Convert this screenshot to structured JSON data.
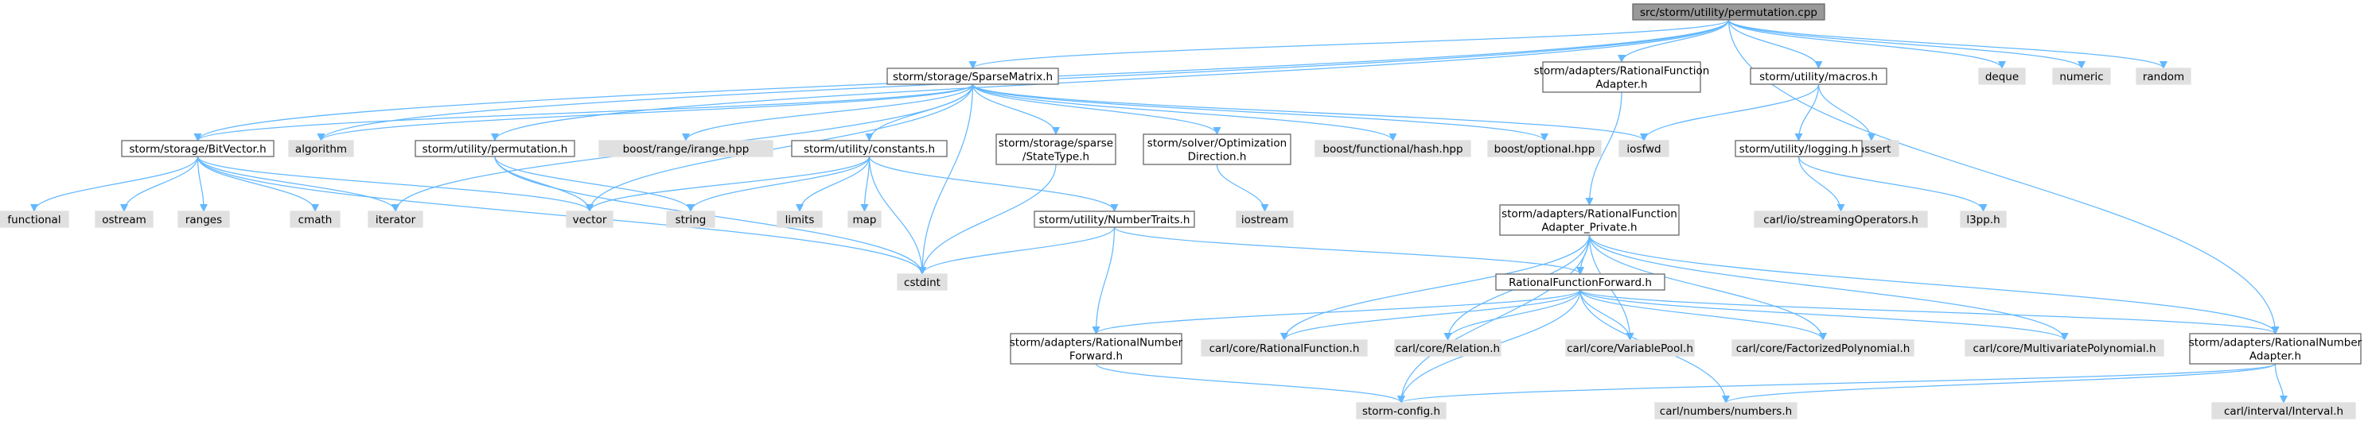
{
  "graph": {
    "title": "",
    "colors": {
      "edge": "#63b8ff",
      "root_fill": "#999999",
      "local_fill": "#ffffff",
      "system_fill": "#e0e0e0",
      "border": "#666666",
      "text": "#000000"
    },
    "nodes": [
      {
        "id": "root",
        "kind": "root",
        "lines": [
          "src/storm/utility/permutation.cpp"
        ]
      },
      {
        "id": "sparse",
        "kind": "local",
        "lines": [
          "storm/storage/SparseMatrix.h"
        ]
      },
      {
        "id": "rfadapter",
        "kind": "local",
        "lines": [
          "storm/adapters/RationalFunction",
          "Adapter.h"
        ]
      },
      {
        "id": "macros",
        "kind": "local",
        "lines": [
          "storm/utility/macros.h"
        ]
      },
      {
        "id": "deque",
        "kind": "system",
        "lines": [
          "deque"
        ]
      },
      {
        "id": "numeric",
        "kind": "system",
        "lines": [
          "numeric"
        ]
      },
      {
        "id": "random",
        "kind": "system",
        "lines": [
          "random"
        ]
      },
      {
        "id": "bitvector",
        "kind": "local",
        "lines": [
          "storm/storage/BitVector.h"
        ]
      },
      {
        "id": "algorithm",
        "kind": "system",
        "lines": [
          "algorithm"
        ]
      },
      {
        "id": "permh",
        "kind": "local",
        "lines": [
          "storm/utility/permutation.h"
        ]
      },
      {
        "id": "irange",
        "kind": "system",
        "lines": [
          "boost/range/irange.hpp"
        ]
      },
      {
        "id": "constants",
        "kind": "local",
        "lines": [
          "storm/utility/constants.h"
        ]
      },
      {
        "id": "statetype",
        "kind": "local",
        "lines": [
          "storm/storage/sparse",
          "/StateType.h"
        ]
      },
      {
        "id": "optdir",
        "kind": "local",
        "lines": [
          "storm/solver/Optimization",
          "Direction.h"
        ]
      },
      {
        "id": "hash",
        "kind": "system",
        "lines": [
          "boost/functional/hash.hpp"
        ]
      },
      {
        "id": "optional",
        "kind": "system",
        "lines": [
          "boost/optional.hpp"
        ]
      },
      {
        "id": "iosfwd",
        "kind": "system",
        "lines": [
          "iosfwd"
        ]
      },
      {
        "id": "cassert",
        "kind": "system",
        "lines": [
          "cassert"
        ]
      },
      {
        "id": "logging",
        "kind": "local",
        "lines": [
          "storm/utility/logging.h"
        ]
      },
      {
        "id": "functional",
        "kind": "system",
        "lines": [
          "functional"
        ]
      },
      {
        "id": "ostream",
        "kind": "system",
        "lines": [
          "ostream"
        ]
      },
      {
        "id": "ranges",
        "kind": "system",
        "lines": [
          "ranges"
        ]
      },
      {
        "id": "cmath",
        "kind": "system",
        "lines": [
          "cmath"
        ]
      },
      {
        "id": "iterator",
        "kind": "system",
        "lines": [
          "iterator"
        ]
      },
      {
        "id": "vector",
        "kind": "system",
        "lines": [
          "vector"
        ]
      },
      {
        "id": "string",
        "kind": "system",
        "lines": [
          "string"
        ]
      },
      {
        "id": "limits",
        "kind": "system",
        "lines": [
          "limits"
        ]
      },
      {
        "id": "map",
        "kind": "system",
        "lines": [
          "map"
        ]
      },
      {
        "id": "iostream",
        "kind": "system",
        "lines": [
          "iostream"
        ]
      },
      {
        "id": "rfprivate",
        "kind": "local",
        "lines": [
          "storm/adapters/RationalFunction",
          "Adapter_Private.h"
        ]
      },
      {
        "id": "streamops",
        "kind": "system",
        "lines": [
          "carl/io/streamingOperators.h"
        ]
      },
      {
        "id": "l3pp",
        "kind": "system",
        "lines": [
          "l3pp.h"
        ]
      },
      {
        "id": "numtraits",
        "kind": "local",
        "lines": [
          "storm/utility/NumberTraits.h"
        ]
      },
      {
        "id": "cstdint",
        "kind": "system",
        "lines": [
          "cstdint"
        ]
      },
      {
        "id": "rfforward",
        "kind": "local",
        "lines": [
          "RationalFunctionForward.h"
        ]
      },
      {
        "id": "rnforward",
        "kind": "local",
        "lines": [
          "storm/adapters/RationalNumber",
          "Forward.h"
        ]
      },
      {
        "id": "carlrf",
        "kind": "system",
        "lines": [
          "carl/core/RationalFunction.h"
        ]
      },
      {
        "id": "relation",
        "kind": "system",
        "lines": [
          "carl/core/Relation.h"
        ]
      },
      {
        "id": "varpool",
        "kind": "system",
        "lines": [
          "carl/core/VariablePool.h"
        ]
      },
      {
        "id": "factpoly",
        "kind": "system",
        "lines": [
          "carl/core/FactorizedPolynomial.h"
        ]
      },
      {
        "id": "multipoly",
        "kind": "system",
        "lines": [
          "carl/core/MultivariatePolynomial.h"
        ]
      },
      {
        "id": "rnadapter",
        "kind": "local",
        "lines": [
          "storm/adapters/RationalNumber",
          "Adapter.h"
        ]
      },
      {
        "id": "stormconfig",
        "kind": "system",
        "lines": [
          "storm-config.h"
        ]
      },
      {
        "id": "numbers",
        "kind": "system",
        "lines": [
          "carl/numbers/numbers.h"
        ]
      },
      {
        "id": "interval",
        "kind": "system",
        "lines": [
          "carl/interval/Interval.h"
        ]
      }
    ],
    "edges": [
      [
        "root",
        "sparse"
      ],
      [
        "root",
        "rfadapter"
      ],
      [
        "root",
        "macros"
      ],
      [
        "root",
        "deque"
      ],
      [
        "root",
        "numeric"
      ],
      [
        "root",
        "random"
      ],
      [
        "root",
        "bitvector"
      ],
      [
        "root",
        "algorithm"
      ],
      [
        "root",
        "permh"
      ],
      [
        "root",
        "rnadapter"
      ],
      [
        "sparse",
        "bitvector"
      ],
      [
        "sparse",
        "algorithm"
      ],
      [
        "sparse",
        "irange"
      ],
      [
        "sparse",
        "constants"
      ],
      [
        "sparse",
        "statetype"
      ],
      [
        "sparse",
        "optdir"
      ],
      [
        "sparse",
        "hash"
      ],
      [
        "sparse",
        "optional"
      ],
      [
        "sparse",
        "iosfwd"
      ],
      [
        "sparse",
        "iterator"
      ],
      [
        "sparse",
        "vector"
      ],
      [
        "sparse",
        "cstdint"
      ],
      [
        "bitvector",
        "functional"
      ],
      [
        "bitvector",
        "ostream"
      ],
      [
        "bitvector",
        "ranges"
      ],
      [
        "bitvector",
        "cmath"
      ],
      [
        "bitvector",
        "iterator"
      ],
      [
        "bitvector",
        "vector"
      ],
      [
        "bitvector",
        "cstdint"
      ],
      [
        "permh",
        "vector"
      ],
      [
        "permh",
        "string"
      ],
      [
        "permh",
        "cstdint"
      ],
      [
        "constants",
        "vector"
      ],
      [
        "constants",
        "string"
      ],
      [
        "constants",
        "limits"
      ],
      [
        "constants",
        "map"
      ],
      [
        "constants",
        "cstdint"
      ],
      [
        "constants",
        "numtraits"
      ],
      [
        "statetype",
        "cstdint"
      ],
      [
        "optdir",
        "iostream"
      ],
      [
        "rfadapter",
        "rfprivate"
      ],
      [
        "macros",
        "iosfwd"
      ],
      [
        "macros",
        "cassert"
      ],
      [
        "macros",
        "logging"
      ],
      [
        "logging",
        "streamops"
      ],
      [
        "logging",
        "l3pp"
      ],
      [
        "numtraits",
        "cstdint"
      ],
      [
        "numtraits",
        "rnforward"
      ],
      [
        "numtraits",
        "rfforward"
      ],
      [
        "rfprivate",
        "rfforward"
      ],
      [
        "rfprivate",
        "carlrf"
      ],
      [
        "rfprivate",
        "relation"
      ],
      [
        "rfprivate",
        "varpool"
      ],
      [
        "rfprivate",
        "factpoly"
      ],
      [
        "rfprivate",
        "multipoly"
      ],
      [
        "rfprivate",
        "rnadapter"
      ],
      [
        "rfprivate",
        "stormconfig"
      ],
      [
        "rfforward",
        "rnforward"
      ],
      [
        "rfforward",
        "carlrf"
      ],
      [
        "rfforward",
        "relation"
      ],
      [
        "rfforward",
        "varpool"
      ],
      [
        "rfforward",
        "factpoly"
      ],
      [
        "rfforward",
        "multipoly"
      ],
      [
        "rfforward",
        "rnadapter"
      ],
      [
        "rfforward",
        "stormconfig"
      ],
      [
        "rfforward",
        "numbers"
      ],
      [
        "rnforward",
        "stormconfig"
      ],
      [
        "rnadapter",
        "stormconfig"
      ],
      [
        "rnadapter",
        "numbers"
      ],
      [
        "rnadapter",
        "interval"
      ]
    ]
  }
}
